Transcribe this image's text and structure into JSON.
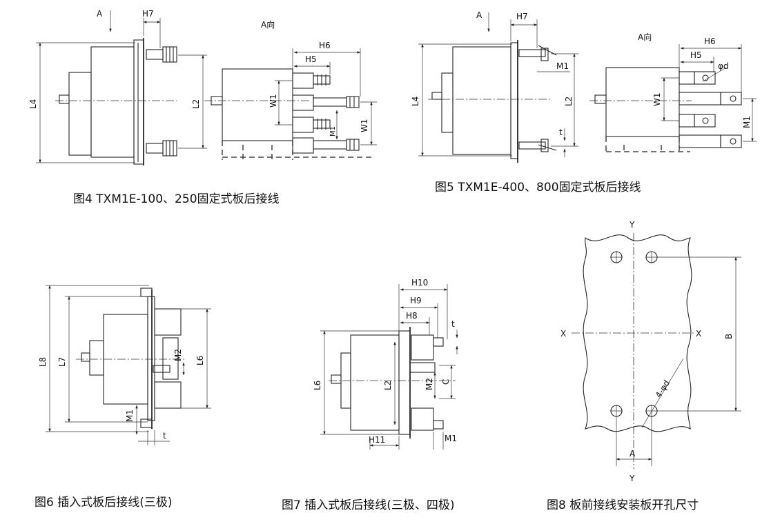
{
  "captions": {
    "fig4": "图4 TXM1E-100、250固定式板后接线",
    "fig5": "图5 TXM1E-400、800固定式板后接线",
    "fig6": "图6 插入式板后接线(三极)",
    "fig7": "图7 插入式板后接线(三极、四极)",
    "fig8": "图8 板前接线安装板开孔尺寸"
  },
  "fig4": {
    "a": "A",
    "h7": "H7",
    "l4": "L4",
    "a_view": "A向",
    "h6": "H6",
    "h5": "H5",
    "l2": "L2",
    "w1_inner": "W1",
    "m1": "M1",
    "w1": "W1"
  },
  "fig5": {
    "a": "A",
    "h7": "H7",
    "m1_top": "M1",
    "l4": "L4",
    "l2": "L2",
    "t": "t",
    "a_view": "A向",
    "h6": "H6",
    "h5": "H5",
    "phid": "φd",
    "w1": "W1",
    "m1": "M1"
  },
  "fig6": {
    "l8": "L8",
    "l7": "L7",
    "m2": "M2",
    "l6": "L6",
    "m1": "M1",
    "t": "t"
  },
  "fig7": {
    "h10": "H10",
    "h9": "H9",
    "h8": "H8",
    "t": "t",
    "l6": "L6",
    "l2": "L2",
    "m2": "M2",
    "c": "C",
    "h11": "H11",
    "m1": "M1"
  },
  "fig8": {
    "y_top": "Y",
    "x_left": "X",
    "x_right": "X",
    "b": "B",
    "holes": "4-φd",
    "a": "A",
    "y_bottom": "Y"
  }
}
